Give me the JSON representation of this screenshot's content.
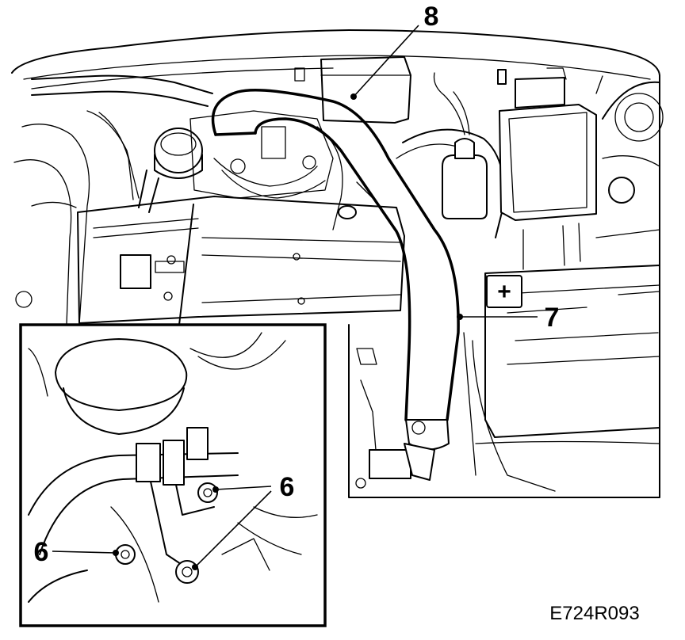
{
  "callouts": {
    "hose_upper": "8",
    "hose_lower": "7",
    "clamp_right": "6",
    "clamp_left": "6"
  },
  "battery_terminal": "+",
  "figure_reference": "E724R093"
}
